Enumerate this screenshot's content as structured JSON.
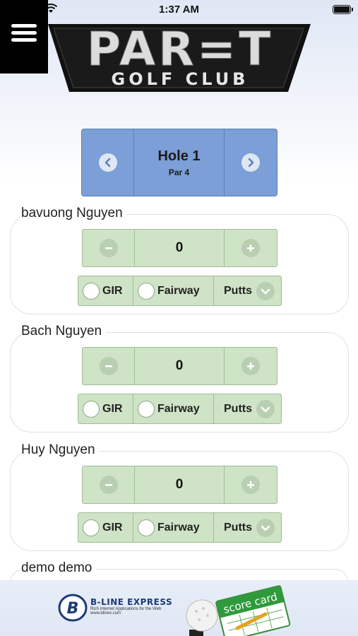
{
  "status": {
    "time": "1:37 AM"
  },
  "logo": {
    "title": "PAR=T",
    "subtitle": "GOLF CLUB"
  },
  "hole": {
    "title": "Hole 1",
    "par": "Par 4"
  },
  "players": [
    {
      "name": "bavuong Nguyen",
      "score": "0",
      "gir_label": "GIR",
      "fairway_label": "Fairway",
      "putts_label": "Putts"
    },
    {
      "name": "Bach Nguyen",
      "score": "0",
      "gir_label": "GIR",
      "fairway_label": "Fairway",
      "putts_label": "Putts"
    },
    {
      "name": "Huy Nguyen",
      "score": "0",
      "gir_label": "GIR",
      "fairway_label": "Fairway",
      "putts_label": "Putts"
    },
    {
      "name": "demo demo"
    }
  ],
  "ad": {
    "brand": "B-LINE EXPRESS",
    "tagline": "Rich Internet Applications for the Web",
    "url": "www.blinex.com",
    "card_label": "score card"
  },
  "colors": {
    "hole_nav": "#7b9fd6",
    "score_row": "#cfe3c6",
    "menu": "#000000"
  }
}
